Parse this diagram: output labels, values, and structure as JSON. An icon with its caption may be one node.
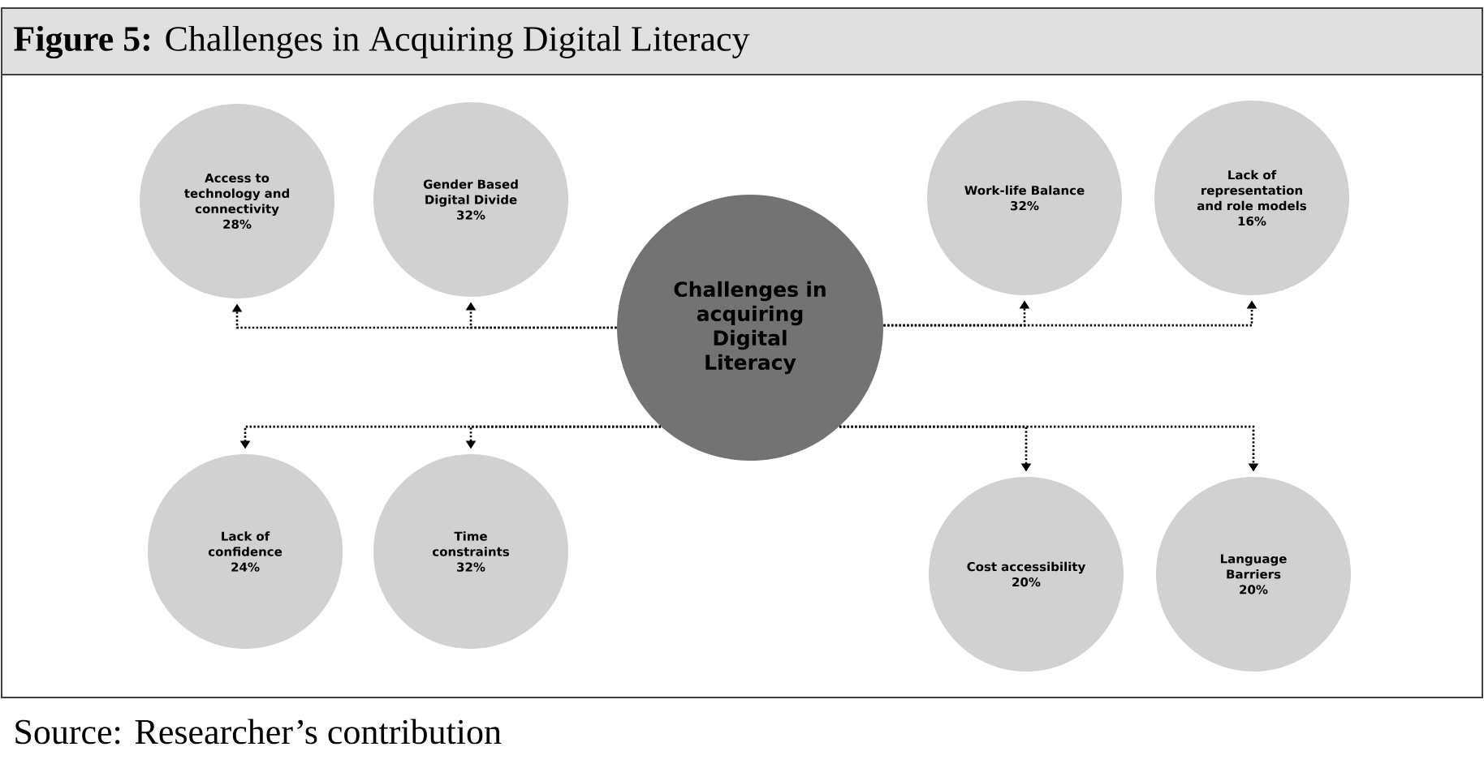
{
  "diagram": {
    "title": "**Figure 5:** Challenges in Acquiring Digital Literacy",
    "caption": "Source: Researcher’s contribution",
    "nodes": [
      {
        "text": [
          "Challenges in acquiring Digital Literacy"
        ]
      },
      {
        "text": [
          "Access to technology and connectivity",
          "28%"
        ]
      },
      {
        "text": [
          "Gender Based Digital Divide",
          "32%"
        ]
      },
      {
        "text": [
          "Work-life Balance",
          "32%"
        ]
      },
      {
        "text": [
          "Lack of representation and role models",
          "16%"
        ]
      },
      {
        "text": [
          "Lack of confidence",
          "24%"
        ]
      },
      {
        "text": [
          "Time constraints",
          "32%"
        ]
      },
      {
        "text": [
          "Cost accessibility",
          "20%"
        ]
      },
      {
        "text": [
          "Language Barriers",
          "20%"
        ]
      }
    ],
    "edges": [
      {
        "from": 0,
        "to": 1,
        "arrow": "to",
        "style": "dashed"
      },
      {
        "from": 0,
        "to": 2,
        "arrow": "to",
        "style": "dashed"
      },
      {
        "from": 0,
        "to": 3,
        "arrow": "to",
        "style": "dashed"
      },
      {
        "from": 0,
        "to": 4,
        "arrow": "to",
        "style": "dashed"
      },
      {
        "from": 0,
        "to": 5,
        "arrow": "to",
        "style": "dashed"
      },
      {
        "from": 0,
        "to": 6,
        "arrow": "to",
        "style": "dashed"
      },
      {
        "from": 0,
        "to": 7,
        "arrow": "to",
        "style": "dashed"
      },
      {
        "from": 0,
        "to": 8,
        "arrow": "to",
        "style": "dashed"
      }
    ]
  }
}
